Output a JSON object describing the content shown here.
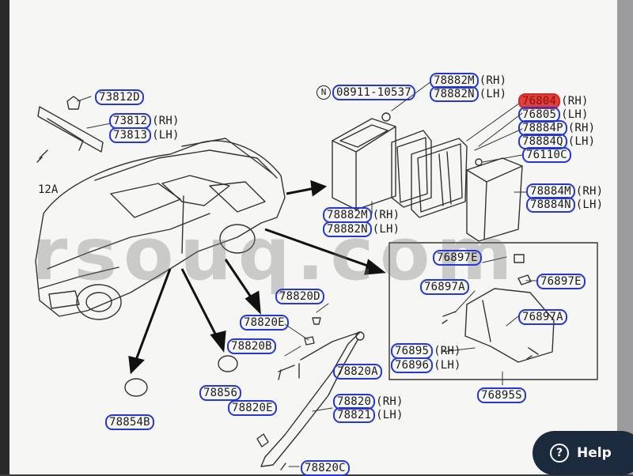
{
  "diagram": {
    "ref_label": "12A",
    "circle_marker": "N"
  },
  "parts": [
    {
      "id": "p73812d",
      "code": "73812D",
      "side": ""
    },
    {
      "id": "p73812",
      "code": "73812",
      "side": "(RH)"
    },
    {
      "id": "p73813",
      "code": "73813",
      "side": "(LH)"
    },
    {
      "id": "p08911",
      "code": "08911-10537",
      "side": ""
    },
    {
      "id": "p78882m_top",
      "code": "78882M",
      "side": "(RH)"
    },
    {
      "id": "p78882n_top",
      "code": "78882N",
      "side": "(LH)"
    },
    {
      "id": "p76804",
      "code": "76804",
      "side": "(RH)",
      "highlighted": true
    },
    {
      "id": "p76805",
      "code": "76805",
      "side": "(LH)"
    },
    {
      "id": "p78884p",
      "code": "78884P",
      "side": "(RH)"
    },
    {
      "id": "p78884q",
      "code": "78884Q",
      "side": "(LH)"
    },
    {
      "id": "p76110c",
      "code": "76110C",
      "side": ""
    },
    {
      "id": "p78884m",
      "code": "78884M",
      "side": "(RH)"
    },
    {
      "id": "p78884n",
      "code": "78884N",
      "side": "(LH)"
    },
    {
      "id": "p78882m_low",
      "code": "78882M",
      "side": "(RH)"
    },
    {
      "id": "p78882n_low",
      "code": "78882N",
      "side": "(LH)"
    },
    {
      "id": "p76897e_a",
      "code": "76897E",
      "side": ""
    },
    {
      "id": "p76897a_a",
      "code": "76897A",
      "side": ""
    },
    {
      "id": "p76897e_b",
      "code": "76897E",
      "side": ""
    },
    {
      "id": "p76897a_b",
      "code": "76897A",
      "side": ""
    },
    {
      "id": "p76895",
      "code": "76895",
      "side": "(RH)"
    },
    {
      "id": "p76896",
      "code": "76896",
      "side": "(LH)"
    },
    {
      "id": "p76895s",
      "code": "76895S",
      "side": ""
    },
    {
      "id": "p78820d",
      "code": "78820D",
      "side": ""
    },
    {
      "id": "p78820e_a",
      "code": "78820E",
      "side": ""
    },
    {
      "id": "p78820b",
      "code": "78820B",
      "side": ""
    },
    {
      "id": "p78820a",
      "code": "78820A",
      "side": ""
    },
    {
      "id": "p78856",
      "code": "78856",
      "side": ""
    },
    {
      "id": "p78820e_b",
      "code": "78820E",
      "side": ""
    },
    {
      "id": "p78820",
      "code": "78820",
      "side": "(RH)"
    },
    {
      "id": "p78821",
      "code": "78821",
      "side": "(LH)"
    },
    {
      "id": "p78854b",
      "code": "78854B",
      "side": ""
    },
    {
      "id": "p78820c",
      "code": "78820C",
      "side": ""
    }
  ],
  "watermark": "rsouq.com",
  "help_button": {
    "label": "Help",
    "icon": "question-circle-icon"
  }
}
